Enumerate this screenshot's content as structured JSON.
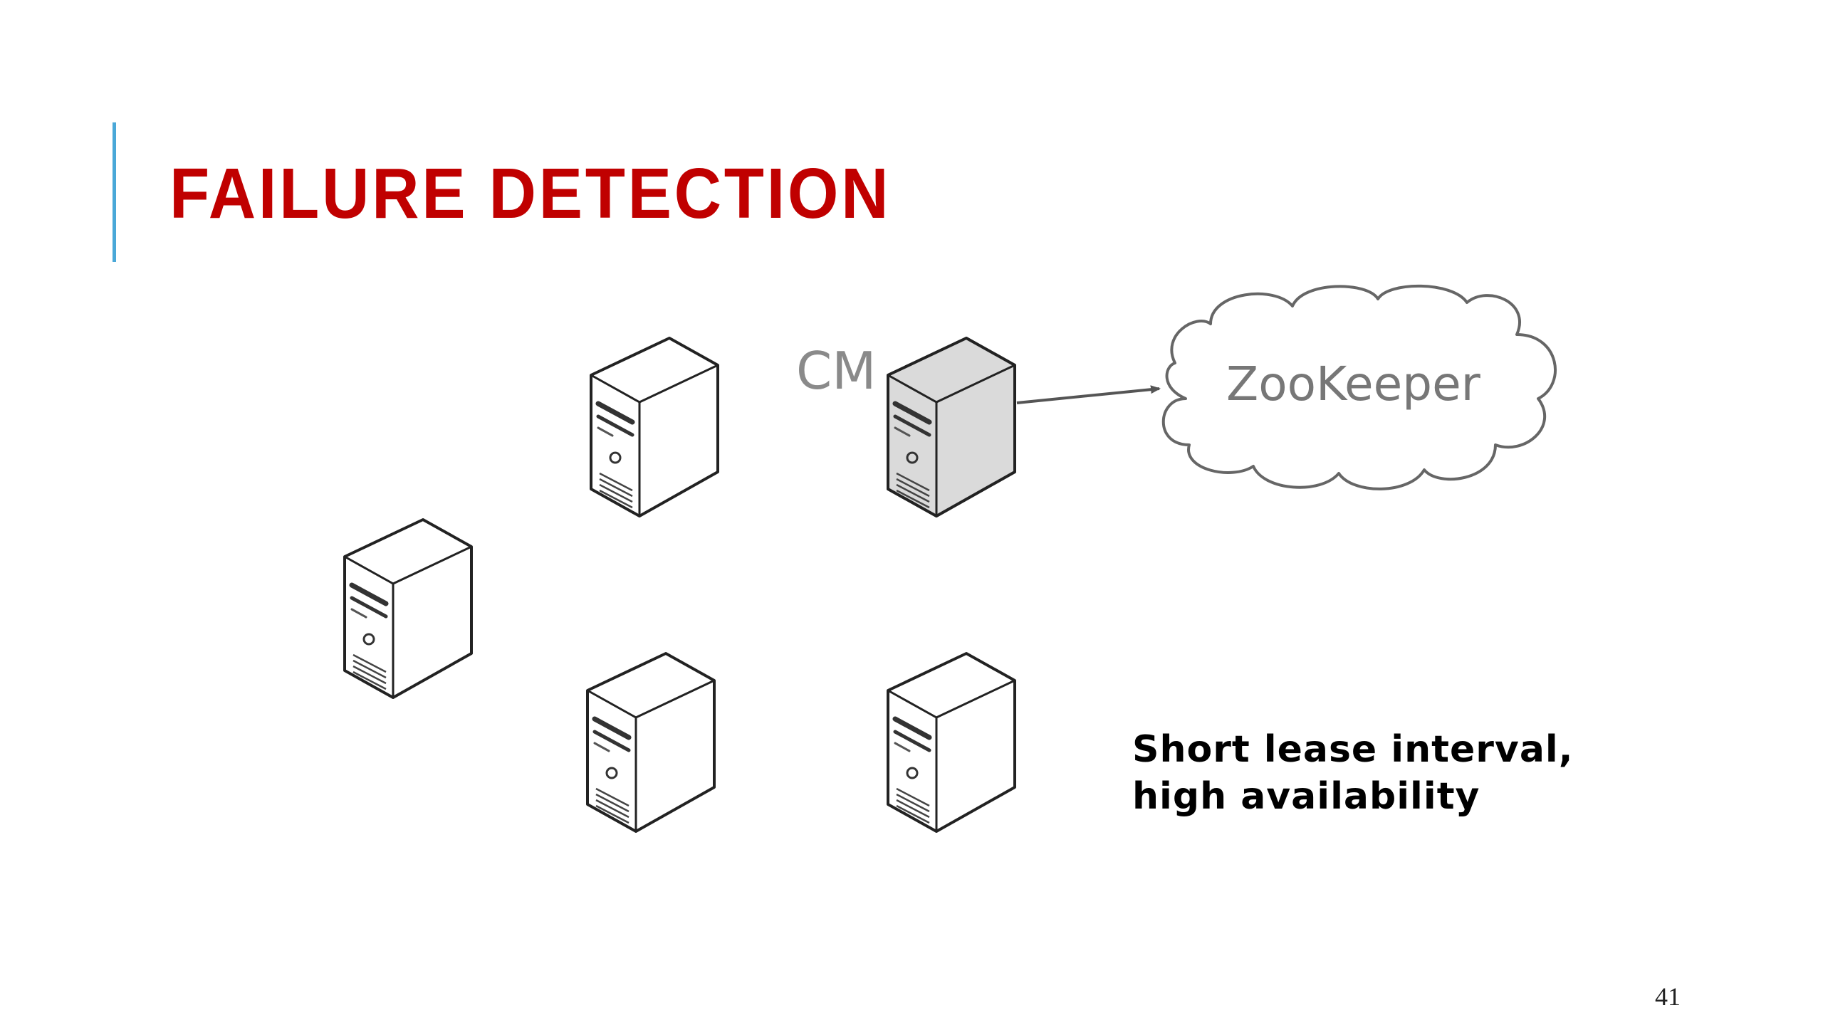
{
  "slide": {
    "title": "FAILURE DETECTION",
    "page_number": "41",
    "accent_color": "#4aa8d8",
    "title_color": "#c00000"
  },
  "diagram": {
    "cm_label": "CM",
    "zookeeper_label": "ZooKeeper",
    "highlight_fill": "#d9d9d9",
    "servers": [
      {
        "name": "server-top-left",
        "highlighted": false
      },
      {
        "name": "server-cm",
        "highlighted": true
      },
      {
        "name": "server-left",
        "highlighted": false
      },
      {
        "name": "server-bottom-middle",
        "highlighted": false
      },
      {
        "name": "server-bottom-right",
        "highlighted": false
      }
    ]
  },
  "caption": {
    "line1": "Short lease interval,",
    "line2": "high availability"
  }
}
